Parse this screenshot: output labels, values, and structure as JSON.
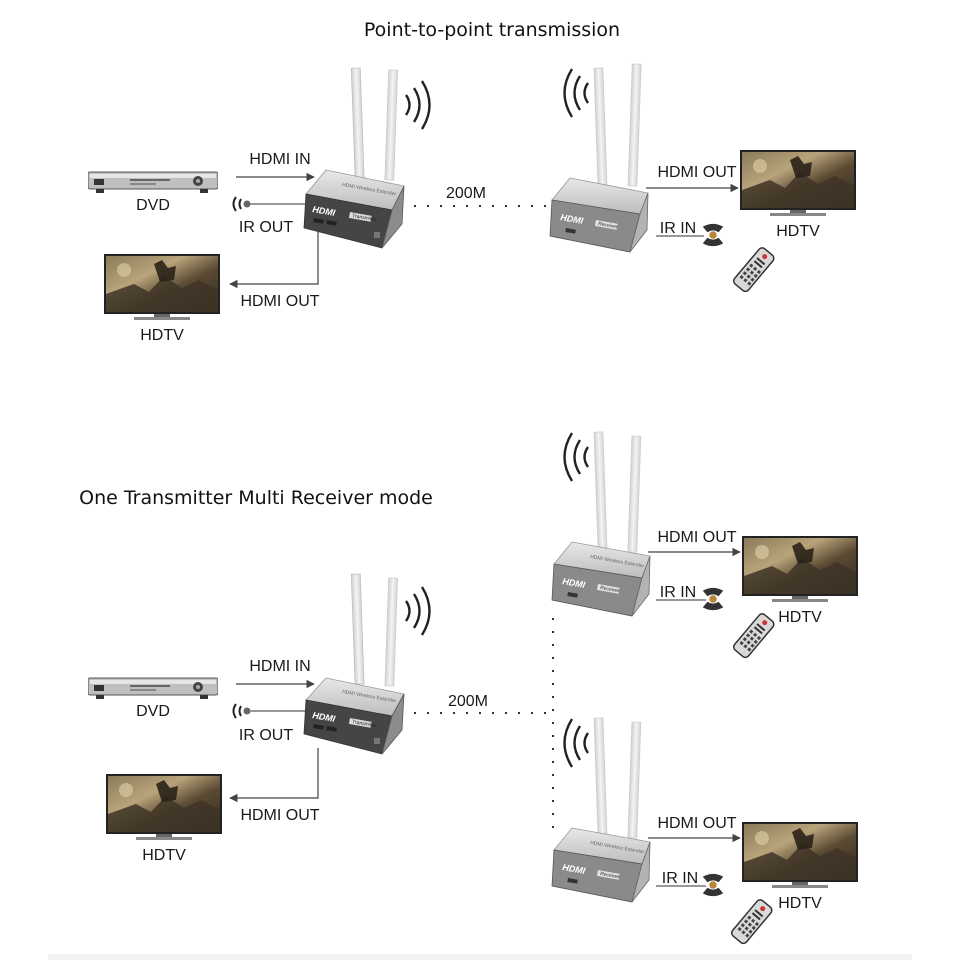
{
  "titles": {
    "top": "Point-to-point transmission",
    "bottom": "One Transmitter Multi Receiver mode"
  },
  "labels": {
    "dvd": "DVD",
    "hdtv": "HDTV",
    "hdmi_in": "HDMI IN",
    "hdmi_out": "HDMI OUT",
    "ir_out": "IR OUT",
    "ir_in": "IR IN",
    "distance": "200M"
  },
  "device": {
    "brand": "HDMI",
    "subtitle": "HDMI Wireless Extender",
    "transmitter_tag": "Transmitter",
    "receiver_tag": "Receiver"
  },
  "colors": {
    "box_dark": "#3d3d3d",
    "box_top": "#d9d9d9",
    "box_front": "#4a4a4a",
    "antenna": "#e6e6e6",
    "line": "#444444"
  }
}
